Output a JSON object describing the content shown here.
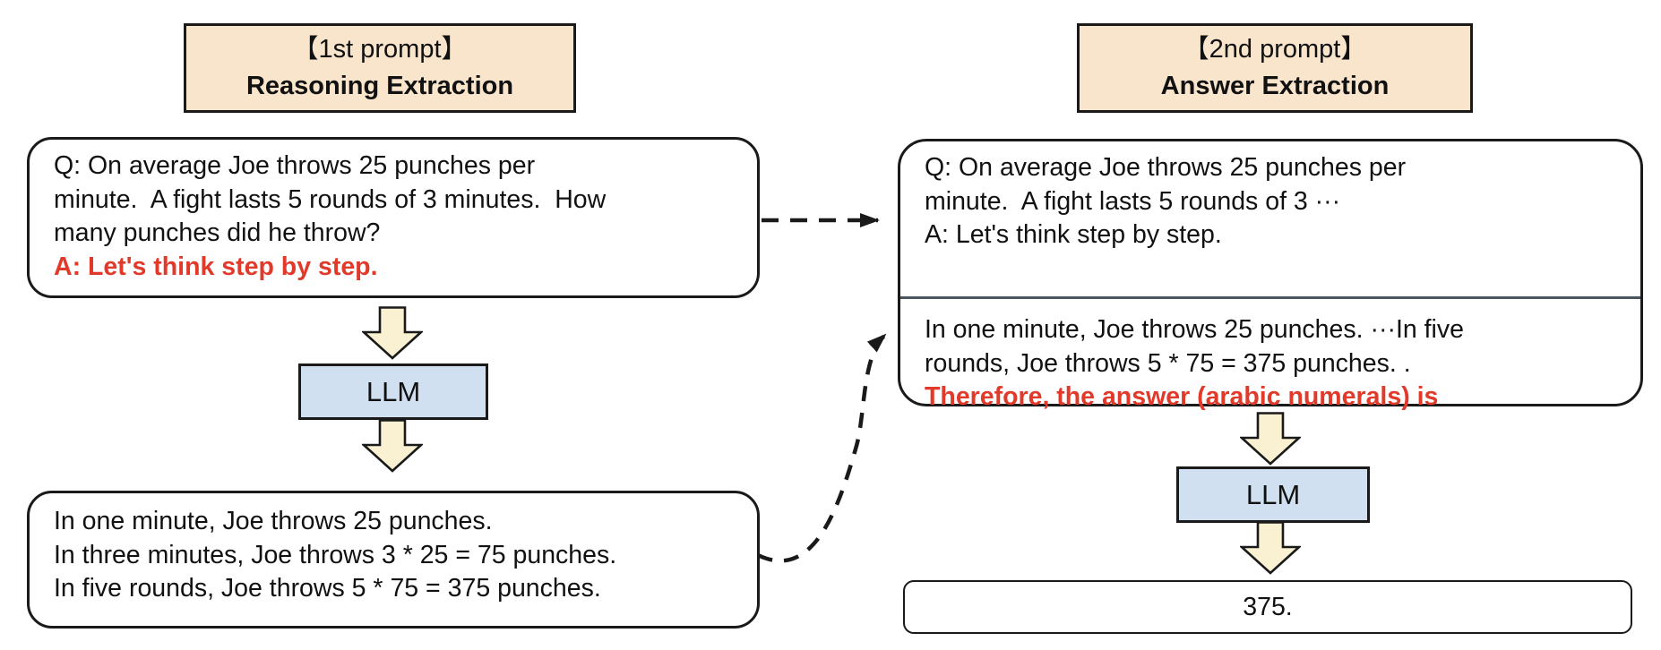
{
  "colors": {
    "header_fill": "#F9E4CC",
    "llm_fill": "#D0E0F0",
    "arrow_fill": "#FAF1D2",
    "highlight_red": "#E13A2B",
    "divider": "#4A5560",
    "border": "#1a1a1a"
  },
  "left": {
    "header": {
      "line1": "【1st prompt】",
      "line2": "Reasoning Extraction"
    },
    "question_box": {
      "lines": [
        "Q: On average Joe throws 25 punches per",
        "minute.  A fight lasts 5 rounds of 3 minutes.  How",
        "many punches did he throw?"
      ],
      "highlight": "A: Let's think step by step."
    },
    "llm_label": "LLM",
    "output_box": {
      "lines": [
        "In one minute, Joe throws 25 punches.",
        "In three minutes, Joe throws 3 * 25 = 75 punches.",
        "In five rounds, Joe throws 5 * 75 = 375 punches."
      ]
    }
  },
  "right": {
    "header": {
      "line1": "【2nd prompt】",
      "line2": "Answer Extraction"
    },
    "prompt_box": {
      "question_lines": [
        "Q: On average Joe throws 25 punches per",
        "minute.  A fight lasts 5 rounds of 3 ···",
        "A: Let's think step by step."
      ],
      "reasoning_lines": [
        "In one minute, Joe throws 25 punches. ···In five",
        "rounds, Joe throws 5 * 75 = 375 punches. ."
      ],
      "highlight": "Therefore, the answer (arabic numerals) is"
    },
    "llm_label": "LLM",
    "answer_box": {
      "text": "375."
    }
  }
}
